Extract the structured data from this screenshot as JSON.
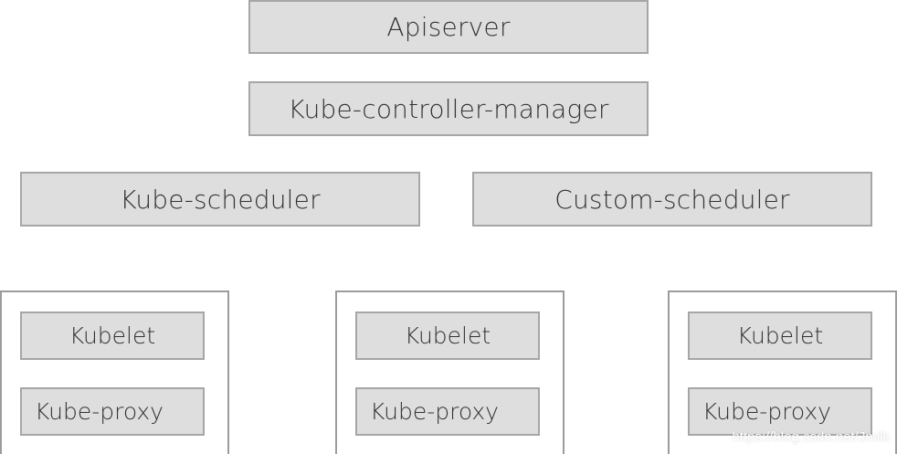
{
  "control_plane": {
    "apiserver": "Apiserver",
    "controller_manager": "Kube-controller-manager",
    "kube_scheduler": "Kube-scheduler",
    "custom_scheduler": "Custom-scheduler"
  },
  "nodes": [
    {
      "kubelet": "Kubelet",
      "kube_proxy": "Kube-proxy"
    },
    {
      "kubelet": "Kubelet",
      "kube_proxy": "Kube-proxy"
    },
    {
      "kubelet": "Kubelet",
      "kube_proxy": "Kube-proxy"
    }
  ],
  "watermark": "https://blog.csdn.net/Jmilk",
  "colors": {
    "box_fill": "#dedede",
    "box_border": "#a6a6a6",
    "text": "#333333",
    "background": "#ffffff"
  }
}
